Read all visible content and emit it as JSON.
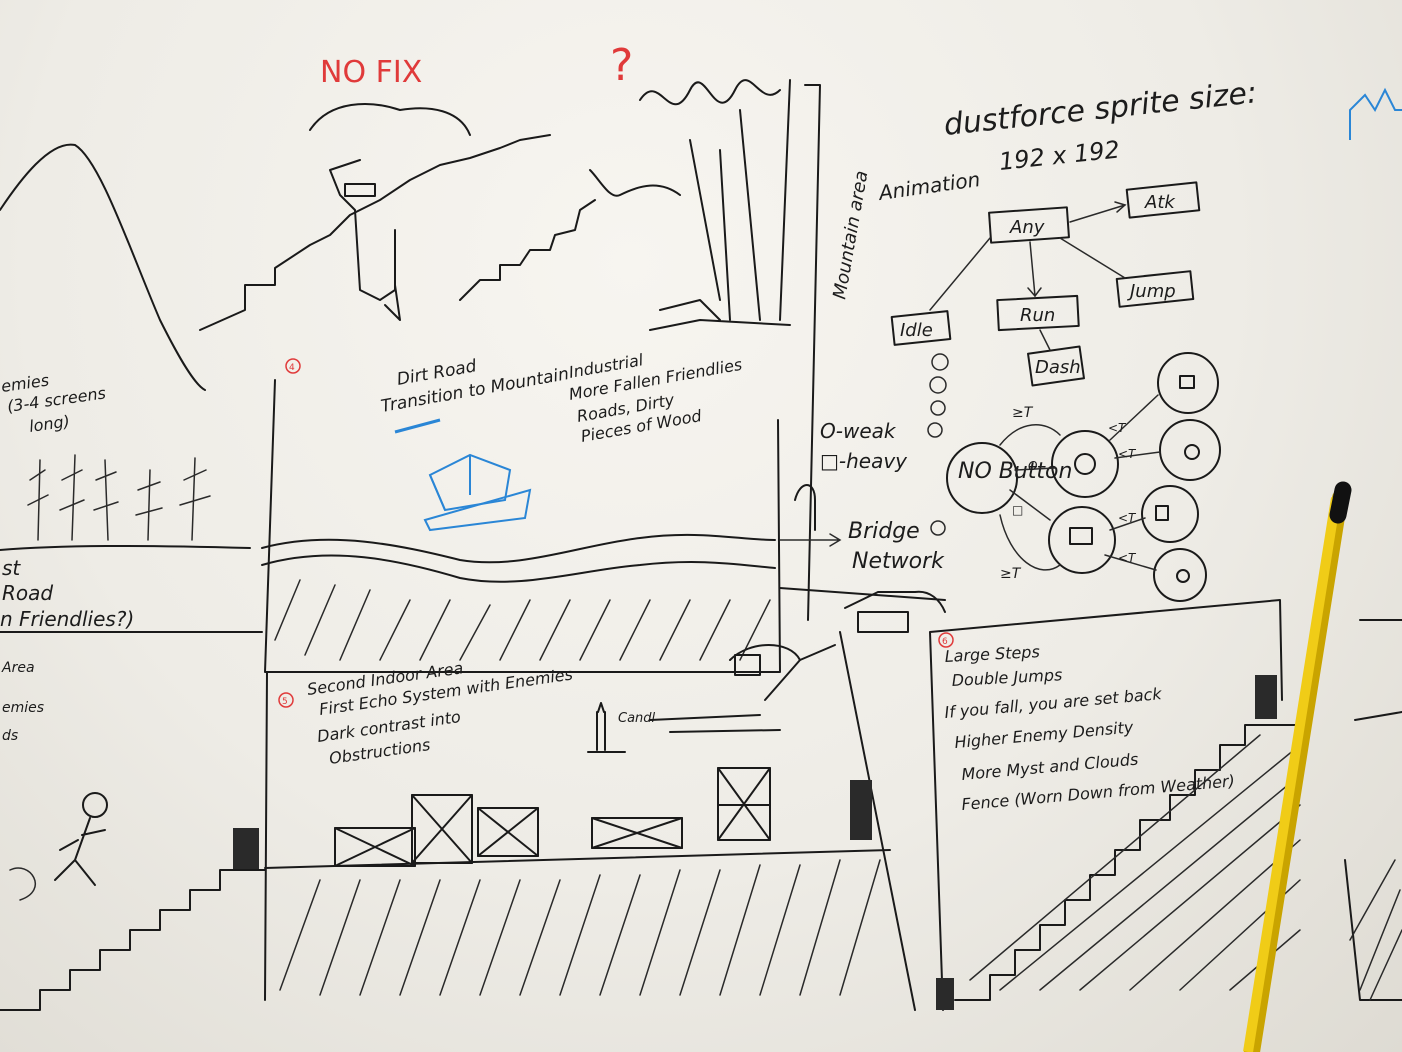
{
  "red_notes": {
    "left": "NO   FIX",
    "question": "?"
  },
  "sprite_note": {
    "title": "dustforce sprite size:",
    "size": "192 x 192"
  },
  "mountain_area_label": "Mountain area",
  "animation": {
    "heading": "Animation",
    "states": {
      "any": "Any",
      "attack": "Atk",
      "idle": "Idle",
      "run": "Run",
      "jump": "Jump",
      "dash": "Dash"
    }
  },
  "combo": {
    "no_button": "NO Button",
    "ge_t_top": "≥T",
    "ge_t_bottom": "≥T",
    "lt_t_labels": [
      "<T",
      "<T",
      "<T",
      "<T"
    ],
    "weak_symbol": "O",
    "heavy_symbol": "□"
  },
  "legend": {
    "weak": "O-weak",
    "heavy": "□-heavy"
  },
  "bridge_note": {
    "line1": "Bridge",
    "line2": "Network"
  },
  "dirt_road_note": {
    "line1": "Dirt Road",
    "line2": "Transition to Mountain"
  },
  "industrial_note": {
    "lines": [
      "Industrial",
      "More Fallen Friendlies",
      "Roads, Dirty",
      "Pieces of Wood"
    ]
  },
  "section_numbers": {
    "s4": "4",
    "s5": "5",
    "s6": "6"
  },
  "second_indoor": {
    "lines": [
      "Second Indoor Area",
      "First Echo System with Enemies",
      "Dark contrast into",
      "Obstructions"
    ]
  },
  "candle_label": "Candl",
  "steps_note": {
    "lines": [
      "Large Steps",
      "Double Jumps",
      "If you fall, you are set back",
      "Higher Enemy Density",
      "More Myst and Clouds",
      "Fence (Worn Down from Weather)"
    ]
  },
  "left_edge": {
    "top": [
      "emies",
      "(3-4 screens",
      "long)"
    ],
    "middle": [
      "st",
      "Road",
      "n Friendlies?)"
    ],
    "bottom": [
      "Area",
      "emies",
      "ds"
    ]
  }
}
